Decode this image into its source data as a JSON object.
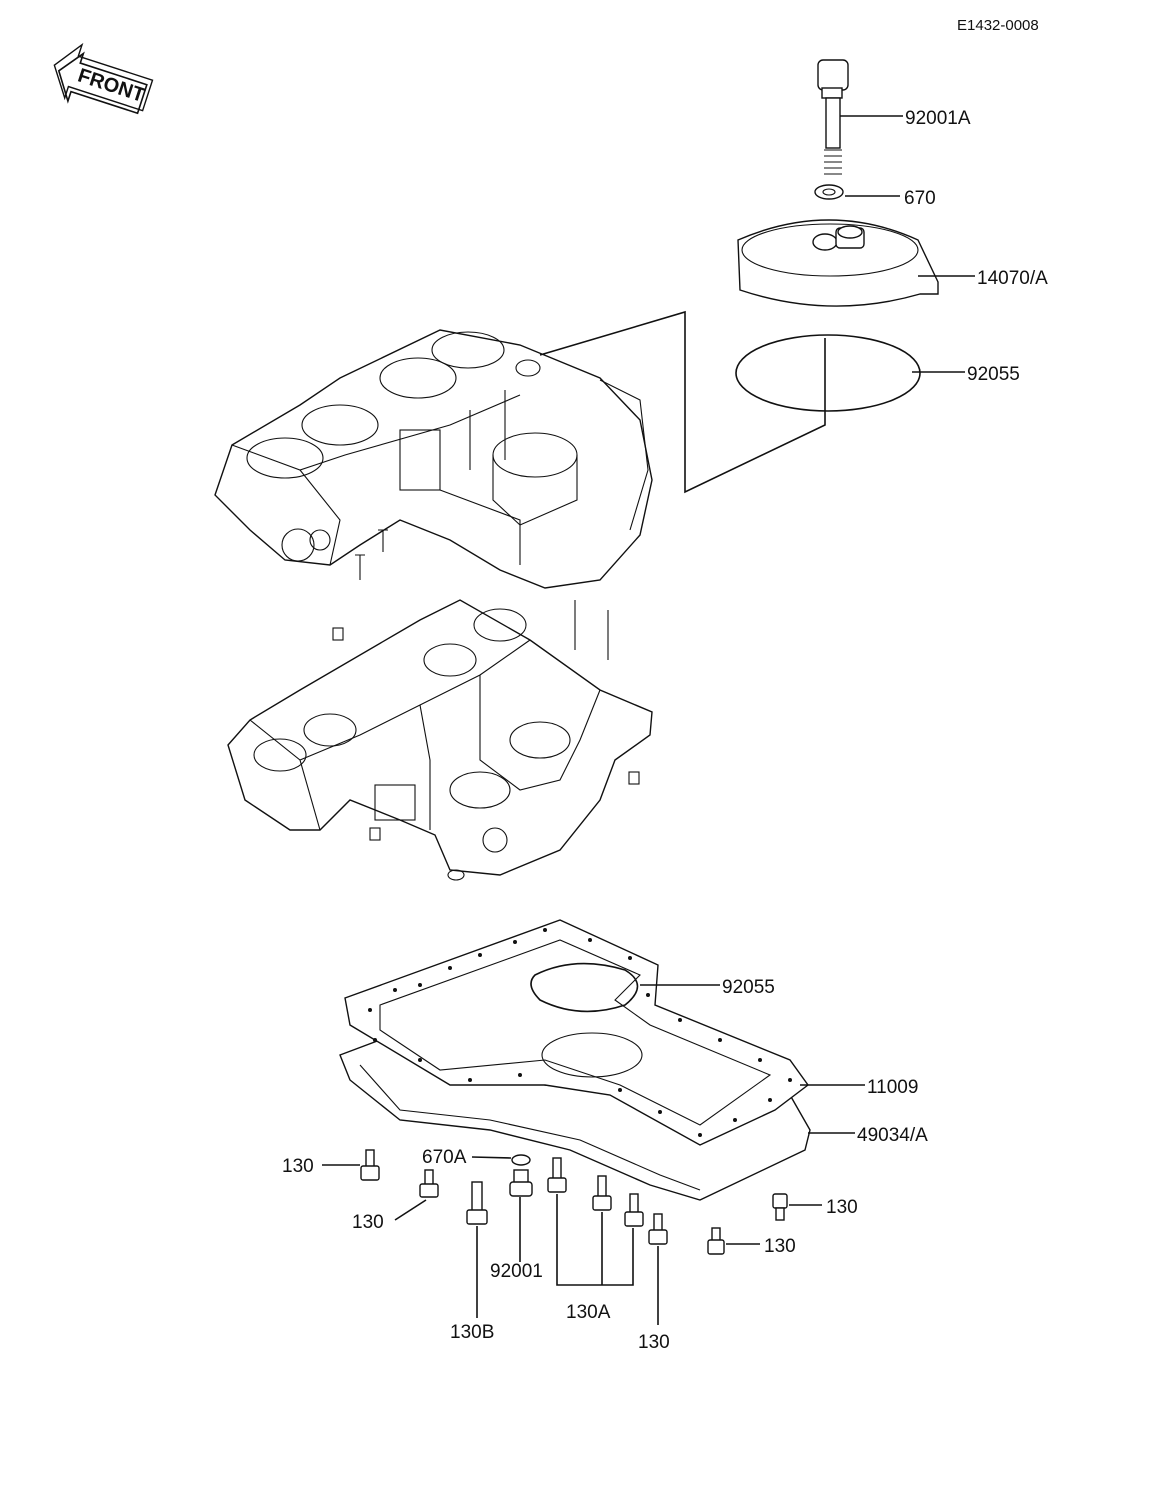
{
  "diagram_code": "E1432-0008",
  "front_label": "FRONT",
  "callouts": {
    "bolt_top": "92001A",
    "washer_top": "670",
    "cover": "14070/A",
    "oring_top": "92055",
    "oring_pan": "92055",
    "gasket": "11009",
    "oil_pan": "49034/A",
    "bolt_a": "130",
    "bolt_b": "130",
    "bolt_c": "130",
    "bolt_d": "130",
    "bolt_e": "130",
    "washer_drain": "670A",
    "drain_plug": "92001",
    "bolt_long": "130B",
    "bolt_group": "130A"
  },
  "colors": {
    "ink": "#111111",
    "paper": "#ffffff"
  },
  "icons": {
    "front_arrow": "front-arrow-icon"
  }
}
